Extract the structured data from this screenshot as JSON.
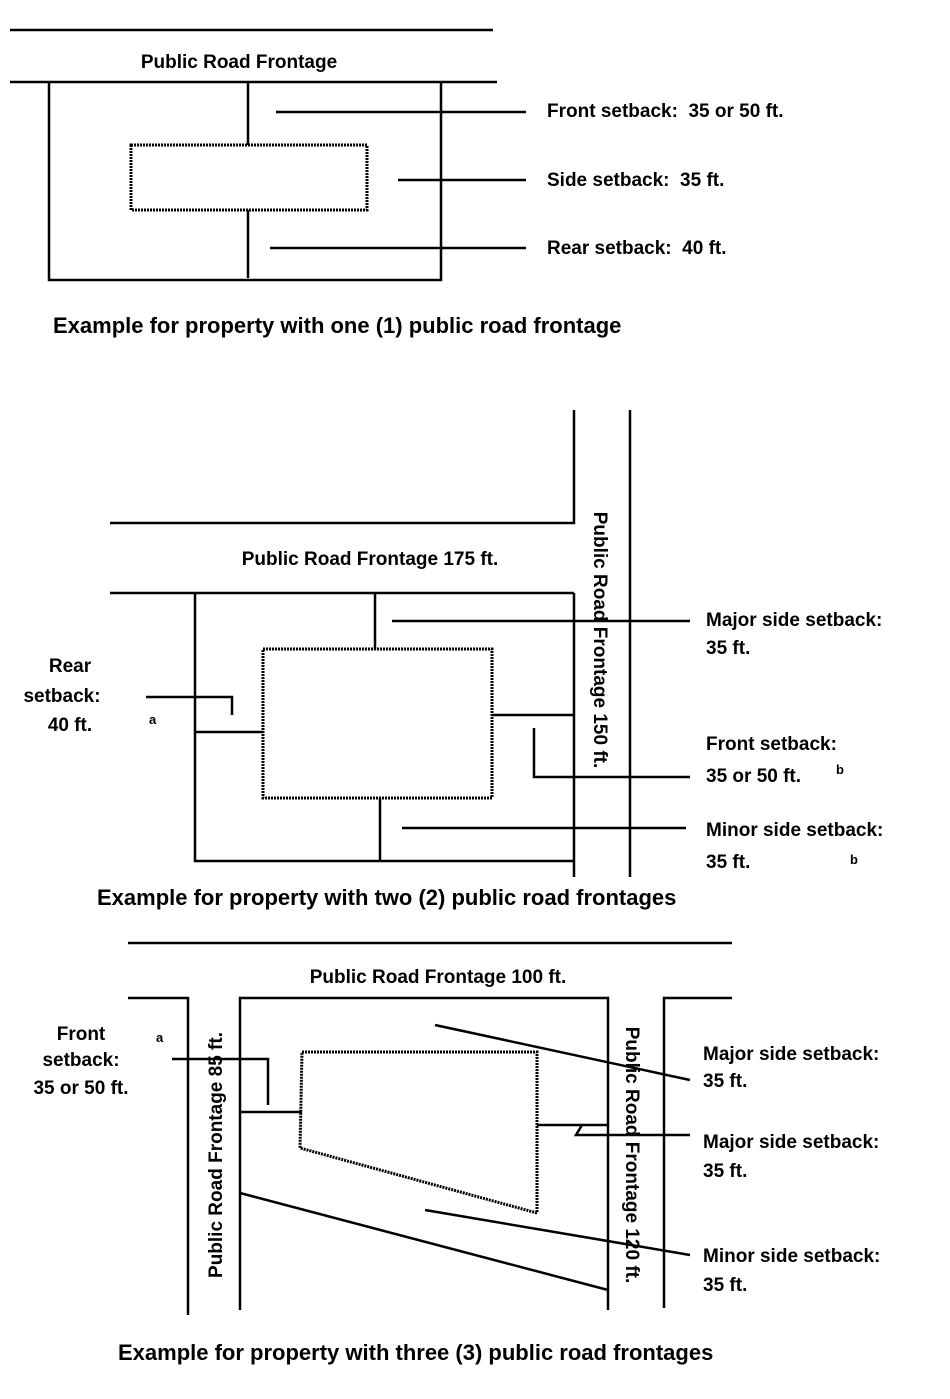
{
  "diagram1": {
    "road_label": "Public Road Frontage",
    "front": "Front setback:  35 or 50 ft.",
    "side": "Side setback:  35 ft.",
    "rear": "Rear setback:  40 ft.",
    "caption": "Example for property with one (1) public road frontage"
  },
  "diagram2": {
    "road_top": "Public Road Frontage 175 ft.",
    "road_right": "Public Road Frontage 150 ft.",
    "rear_1": "Rear",
    "rear_2": "setback:",
    "rear_3": "40 ft.",
    "note_a": "a",
    "major_1": "Major side setback:",
    "major_2": "35 ft.",
    "front_1": "Front setback:",
    "front_2": "35 or 50 ft.",
    "note_b1": "b",
    "minor_1": "Minor side setback:",
    "minor_2": "35 ft.",
    "note_b2": "b",
    "caption": "Example for property with two (2) public road frontages"
  },
  "diagram3": {
    "road_top": "Public Road Frontage 100 ft.",
    "road_left": "Public Road Frontage 85 ft.",
    "road_right": "Public Road Frontage 120 ft.",
    "front_1": "Front",
    "front_2": "setback:",
    "front_3": "35 or 50 ft.",
    "note_a": "a",
    "major1_1": "Major side setback:",
    "major1_2": "35 ft.",
    "major2_1": "Major side setback:",
    "major2_2": "35 ft.",
    "minor_1": "Minor side setback:",
    "minor_2": "35 ft.",
    "caption": "Example for property with three (3) public road frontages"
  }
}
